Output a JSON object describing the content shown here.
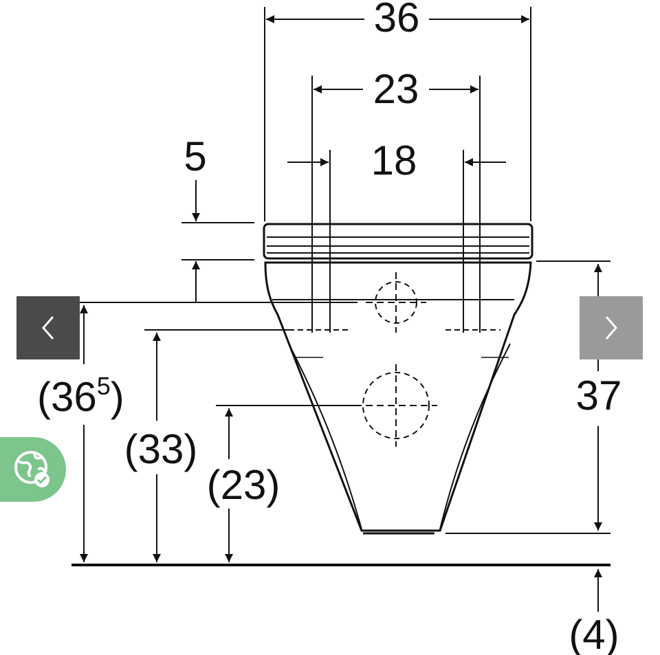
{
  "dimensions": {
    "overall_width": "36",
    "fixing_distance_outer": "23",
    "fixing_distance_inner": "18",
    "seat_offset": "5",
    "height_total_main": "(36",
    "height_total_sup": "5",
    "height_total_close": ")",
    "height_fixing": "(33)",
    "height_outlet": "(23)",
    "bowl_height": "37",
    "floor_offset": "(4)"
  },
  "nav": {
    "prev_icon": "chevron-left-icon",
    "next_icon": "chevron-right-icon"
  },
  "badge": {
    "icon": "globe-check-icon",
    "color": "#7cc58d"
  }
}
